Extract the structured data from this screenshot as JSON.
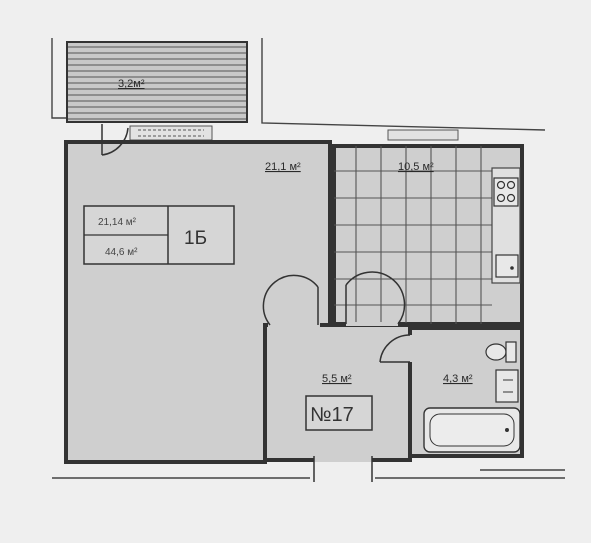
{
  "plan": {
    "rooms": [
      {
        "id": "balcony",
        "area": "3,2м²"
      },
      {
        "id": "living",
        "area": "21,1 м²"
      },
      {
        "id": "kitchen",
        "area": "10,5 м²"
      },
      {
        "id": "hallway",
        "area": "5,5 м²"
      },
      {
        "id": "bathroom",
        "area": "4,3 м²"
      }
    ],
    "summary": {
      "living_area": "21,14 м²",
      "total_area": "44,6 м²",
      "type": "1Б"
    },
    "apartment_number": "№17"
  },
  "colors": {
    "background": "#efefef",
    "room_fill": "#cfcfcf",
    "wall": "#333333",
    "line": "#444444"
  }
}
